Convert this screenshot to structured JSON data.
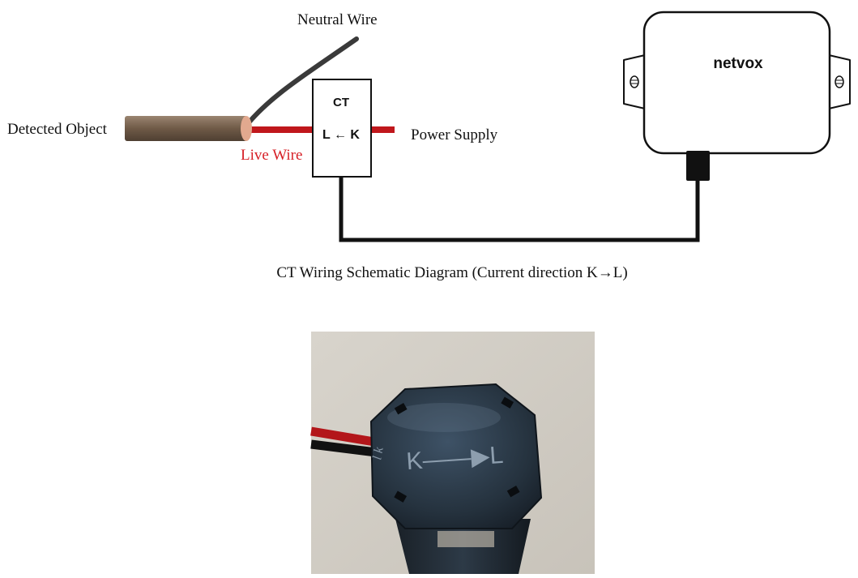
{
  "diagram": {
    "labels": {
      "neutral_wire": "Neutral Wire",
      "detected_object": "Detected Object",
      "live_wire": "Live Wire",
      "power_supply": "Power Supply",
      "ct_title": "CT",
      "ct_direction": "L ← K",
      "device_brand": "netvox",
      "caption": "CT Wiring Schematic Diagram (Current direction K→L)"
    },
    "colors": {
      "live_wire": "#c0171c",
      "live_label": "#d61f26",
      "neutral_wire": "#3a3a3a",
      "cable_jacket": "#7a6450",
      "cable_end": "#e2a98f"
    }
  },
  "photo": {
    "lettering": {
      "side_marks": "l k",
      "direction": "K——▶L"
    }
  }
}
